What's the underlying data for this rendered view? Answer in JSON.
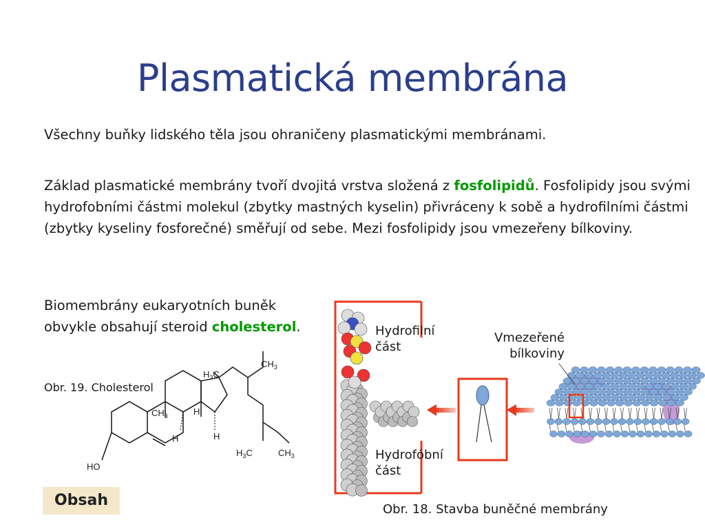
{
  "slide": {
    "title": "Plasmatická membrána",
    "paragraph1": "Všechny buňky lidského těla jsou ohraničeny plasmatickými membránami.",
    "paragraph2": {
      "before": "Základ plasmatické membrány tvoří dvojitá vrstva složená z ",
      "highlight": "fosfolipidů",
      "after": ". Fosfolipidy jsou svými hydrofobními částmi molekul (zbytky mastných kyselin) přivráceny k sobě a hydrofilními částmi (zbytky kyseliny fosforečné) směřují od sebe. Mezi fosfolipidy jsou vmezeřeny bílkoviny."
    },
    "paragraph3": {
      "before": "Biomembrány eukaryotních buněk obvykle obsahují steroid ",
      "highlight": "cholesterol",
      "after": "."
    },
    "caption_cholesterol": "Obr. 19. Cholesterol",
    "caption_membrane": "Obr. 18. Stavba buněčné membrány",
    "label_hydrophilic_1": "Hydrofilní",
    "label_hydrophilic_2": "část",
    "label_hydrophobic_1": "Hydrofóbní",
    "label_hydrophobic_2": "část",
    "label_proteins_1": "Vmezeřené",
    "label_proteins_2": "bílkoviny",
    "nav_button": "Obsah"
  },
  "structure_labels": {
    "ch3_top": "CH",
    "h3c_upper": "H",
    "h3c_upper_c": "C",
    "ch3_ring": "CH",
    "h_ring": "H",
    "h_a": "H",
    "h_b": "H",
    "h3c_lower": "H",
    "h3c_lower_c": "C",
    "ch3_lower": "CH",
    "ho": "HO",
    "sub3": "3"
  },
  "colors": {
    "title": "#2b3e8c",
    "highlight": "#009900",
    "frame": "#e8391c",
    "arrow": "#e8391c",
    "head": "#7fa8d8",
    "protein": "#c59ad6",
    "button_bg": "#f3e8c9"
  }
}
